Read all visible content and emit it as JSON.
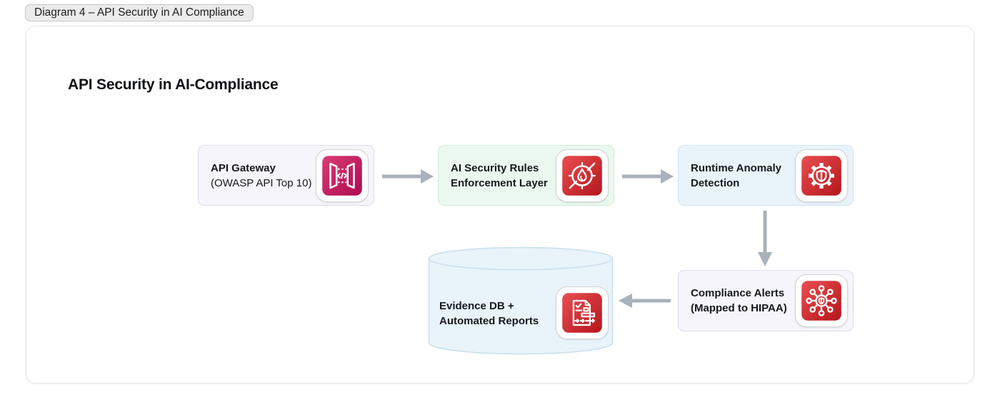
{
  "badge": {
    "label": "Diagram 4 – API Security in AI Compliance"
  },
  "diagram": {
    "title": "API Security in AI-Compliance"
  },
  "nodes": {
    "api_gateway": {
      "line1": "API Gateway",
      "line2": "(OWASP API Top 10)",
      "icon": "api-gateway-icon"
    },
    "rules_layer": {
      "line1": "AI Security Rules",
      "line2": "Enforcement Layer",
      "icon": "network-firewall-icon"
    },
    "runtime_detection": {
      "line1": "Runtime Anomaly",
      "line2": "Detection",
      "icon": "gear-shield-icon"
    },
    "compliance_alerts": {
      "line1": "Compliance Alerts",
      "line2": "(Mapped to HIPAA)",
      "icon": "security-hub-icon"
    },
    "evidence_db": {
      "line1": "Evidence DB +",
      "line2": "Automated Reports",
      "icon": "audit-report-icon"
    }
  },
  "edges": [
    {
      "from": "api_gateway",
      "to": "rules_layer",
      "direction": "right"
    },
    {
      "from": "rules_layer",
      "to": "runtime_detection",
      "direction": "right"
    },
    {
      "from": "runtime_detection",
      "to": "compliance_alerts",
      "direction": "down"
    },
    {
      "from": "compliance_alerts",
      "to": "evidence_db",
      "direction": "left"
    }
  ],
  "colors": {
    "arrow": "#a8b2ba",
    "badge_bg": "#ebebeb",
    "node_lavender_bg": "#f5f5fb",
    "node_green_bg": "#ebf8f0",
    "node_blue_bg": "#e9f3fa",
    "cylinder_bg": "#e9f3fa",
    "cylinder_border": "#c8dfee",
    "icon_pink_top": "#db3d74",
    "icon_pink_bottom": "#ad0a4f",
    "icon_red_top": "#e94e51",
    "icon_red_bottom": "#b4161c"
  }
}
